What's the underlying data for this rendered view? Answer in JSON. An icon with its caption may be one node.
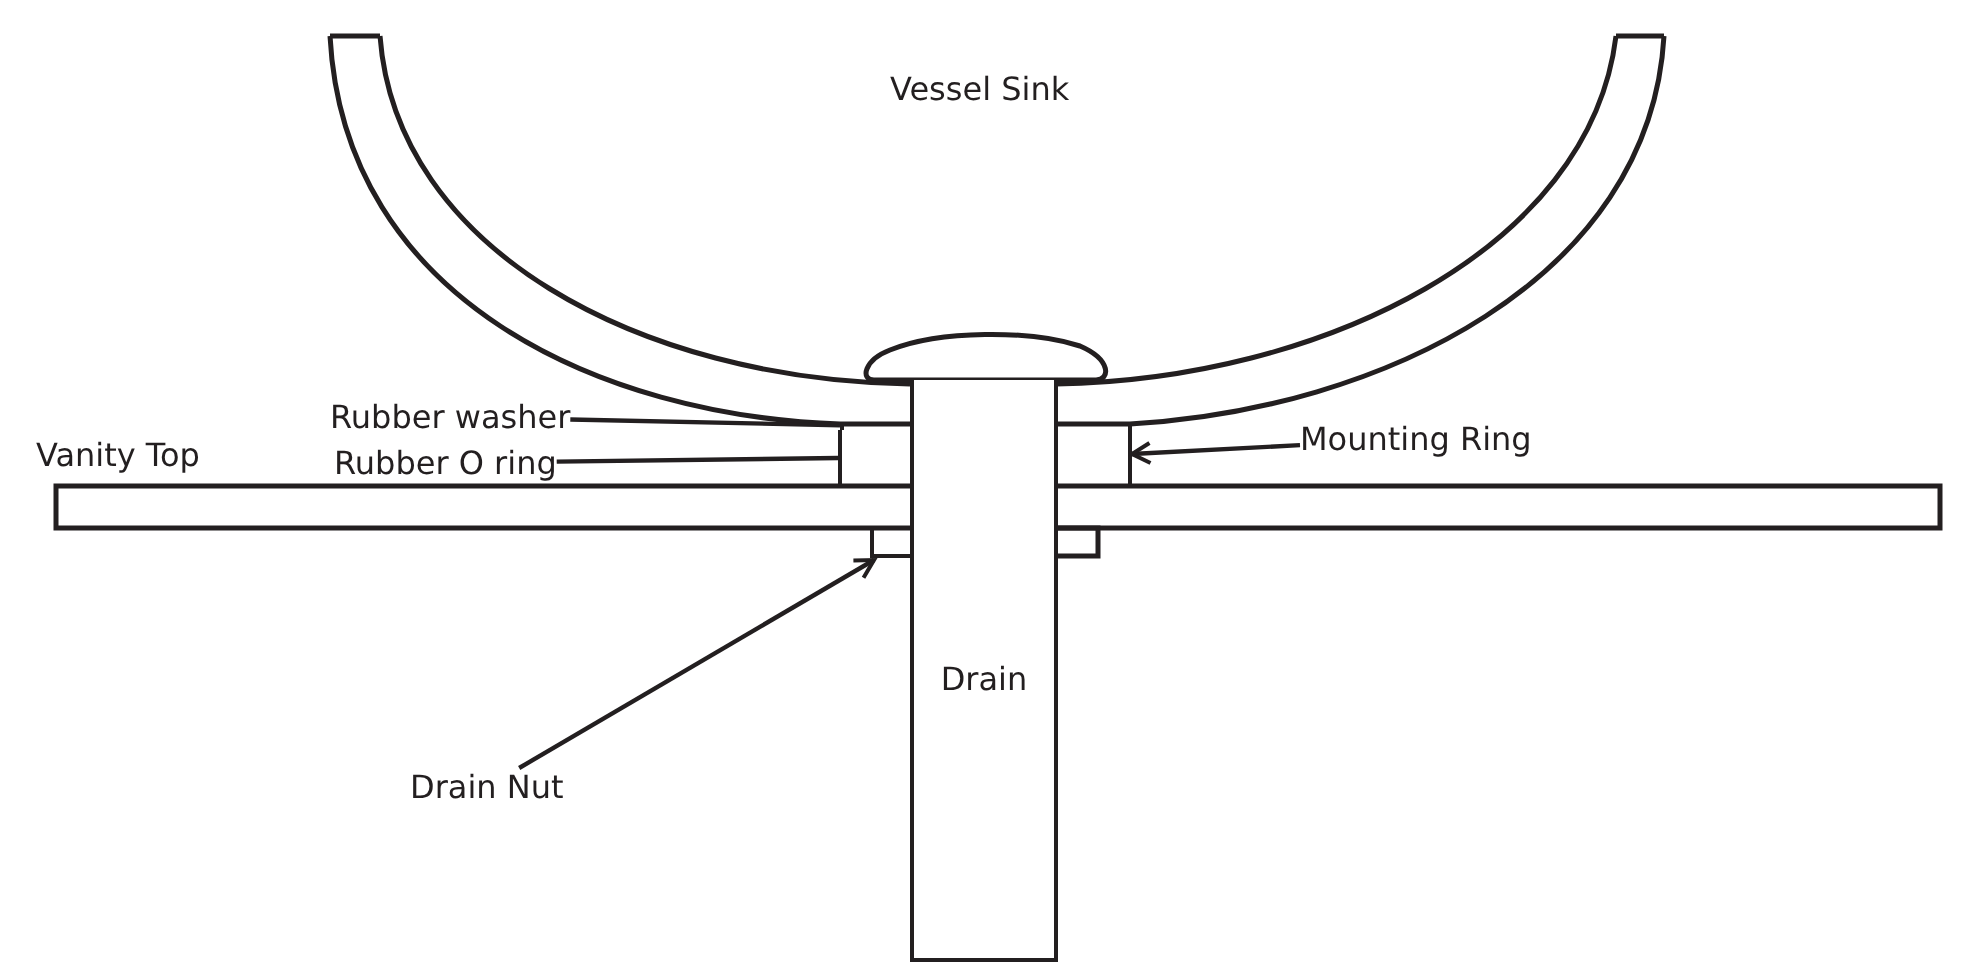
{
  "diagram": {
    "nodes": [
      {
        "text": [
          "Rubber washer"
        ]
      },
      {
        "text": [],
        "shape": "bar"
      },
      {
        "text": [
          "Rubber O ring"
        ]
      },
      {
        "text": [],
        "shape": "bar"
      },
      {
        "text": [
          "Mounting Ring"
        ]
      },
      {
        "text": [],
        "shape": "box"
      },
      {
        "text": [
          "Drain Nut"
        ]
      },
      {
        "text": [
          "Drain"
        ]
      },
      {
        "text": [],
        "shape": "box"
      }
    ],
    "edges": [
      {
        "from": 0,
        "to": 1,
        "arrow": "none"
      },
      {
        "from": 2,
        "to": 3,
        "arrow": "none"
      },
      {
        "from": 4,
        "to": 5,
        "arrow": "to"
      },
      {
        "from": 6,
        "to": 8,
        "arrow": "to"
      }
    ],
    "labels": [
      "Vessel Sink",
      "Vanity Top"
    ]
  }
}
